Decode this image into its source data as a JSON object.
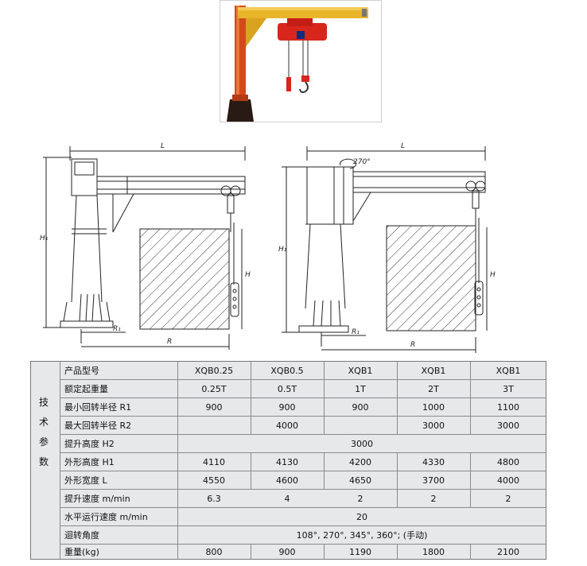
{
  "drawings": {
    "left": {
      "L": "L",
      "H1": "H₁",
      "H": "H",
      "R1": "R₁",
      "R": "R"
    },
    "right": {
      "L": "L",
      "H1": "H₁",
      "H": "H",
      "R1": "R₁",
      "R": "R",
      "angle": "270°"
    }
  },
  "spec": {
    "side_label": [
      "技",
      "术",
      "参",
      "数"
    ],
    "header": {
      "label": "产品型号",
      "models": [
        "XQB0.25",
        "XQB0.5",
        "XQB1",
        "XQB1",
        "XQB1"
      ]
    },
    "rows": [
      {
        "label": "额定起重量",
        "values": [
          "0.25T",
          "0.5T",
          "1T",
          "2T",
          "3T"
        ]
      },
      {
        "label": "最小回转半径 R1",
        "values": [
          "900",
          "900",
          "900",
          "1000",
          "1100"
        ]
      },
      {
        "label": "最大回转半径 R2",
        "values": [
          "",
          "4000",
          "",
          "3000",
          "3000"
        ]
      },
      {
        "label": "提升高度 H2",
        "span": "3000"
      },
      {
        "label": "外形高度 H1",
        "values": [
          "4110",
          "4130",
          "4200",
          "4330",
          "4800"
        ]
      },
      {
        "label": "外形宽度 L",
        "values": [
          "4550",
          "4600",
          "4650",
          "3700",
          "4000"
        ]
      },
      {
        "label": "提升速度 m/min",
        "values": [
          "6.3",
          "4",
          "2",
          "2",
          "2"
        ]
      },
      {
        "label": "水平运行速度 m/min",
        "span": "20"
      },
      {
        "label": "迴转角度",
        "span": "108°, 270°, 345°, 360°; (手动)"
      },
      {
        "label": "重量(kg)",
        "values": [
          "800",
          "900",
          "1190",
          "1800",
          "2100"
        ]
      }
    ]
  }
}
